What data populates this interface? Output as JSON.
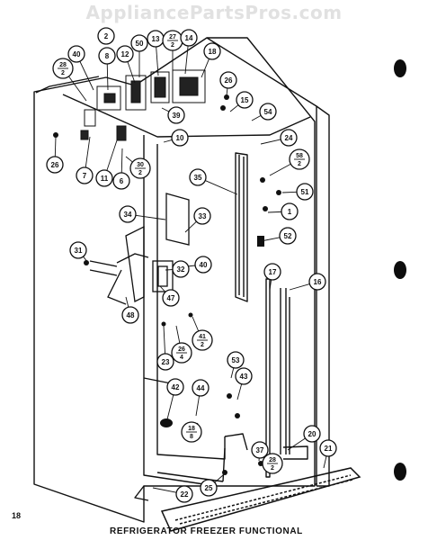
{
  "watermark": "AppliancePartsPros.com",
  "page_number": "18",
  "caption": "REFRIGERATOR FREEZER FUNCTIONAL",
  "callouts": [
    {
      "id": "c-2",
      "text": "2"
    },
    {
      "id": "c-40a",
      "text": "40"
    },
    {
      "id": "c-28-2a",
      "text": "28\n2"
    },
    {
      "id": "c-8",
      "text": "8"
    },
    {
      "id": "c-12",
      "text": "12"
    },
    {
      "id": "c-50",
      "text": "50"
    },
    {
      "id": "c-13",
      "text": "13"
    },
    {
      "id": "c-27-2",
      "text": "27\n2"
    },
    {
      "id": "c-14",
      "text": "14"
    },
    {
      "id": "c-18",
      "text": "18"
    },
    {
      "id": "c-26a",
      "text": "26"
    },
    {
      "id": "c-15",
      "text": "15"
    },
    {
      "id": "c-54",
      "text": "54"
    },
    {
      "id": "c-39",
      "text": "39"
    },
    {
      "id": "c-10",
      "text": "10"
    },
    {
      "id": "c-24",
      "text": "24"
    },
    {
      "id": "c-26b",
      "text": "26"
    },
    {
      "id": "c-7",
      "text": "7"
    },
    {
      "id": "c-11",
      "text": "11"
    },
    {
      "id": "c-6",
      "text": "6"
    },
    {
      "id": "c-30-2",
      "text": "30\n2"
    },
    {
      "id": "c-58-2",
      "text": "58\n2"
    },
    {
      "id": "c-35",
      "text": "35"
    },
    {
      "id": "c-51",
      "text": "51"
    },
    {
      "id": "c-34",
      "text": "34"
    },
    {
      "id": "c-33",
      "text": "33"
    },
    {
      "id": "c-1",
      "text": "1"
    },
    {
      "id": "c-52",
      "text": "52"
    },
    {
      "id": "c-31",
      "text": "31"
    },
    {
      "id": "c-32",
      "text": "32"
    },
    {
      "id": "c-40b",
      "text": "40"
    },
    {
      "id": "c-17",
      "text": "17"
    },
    {
      "id": "c-16",
      "text": "16"
    },
    {
      "id": "c-47",
      "text": "47"
    },
    {
      "id": "c-48",
      "text": "48"
    },
    {
      "id": "c-41-2",
      "text": "41\n2"
    },
    {
      "id": "c-26-4",
      "text": "26\n4"
    },
    {
      "id": "c-23",
      "text": "23"
    },
    {
      "id": "c-53",
      "text": "53"
    },
    {
      "id": "c-43",
      "text": "43"
    },
    {
      "id": "c-42",
      "text": "42"
    },
    {
      "id": "c-44",
      "text": "44"
    },
    {
      "id": "c-18-8",
      "text": "18\n8"
    },
    {
      "id": "c-20",
      "text": "20"
    },
    {
      "id": "c-21",
      "text": "21"
    },
    {
      "id": "c-37",
      "text": "37"
    },
    {
      "id": "c-28-2b",
      "text": "28\n2"
    },
    {
      "id": "c-25",
      "text": "25"
    },
    {
      "id": "c-22",
      "text": "22"
    }
  ]
}
